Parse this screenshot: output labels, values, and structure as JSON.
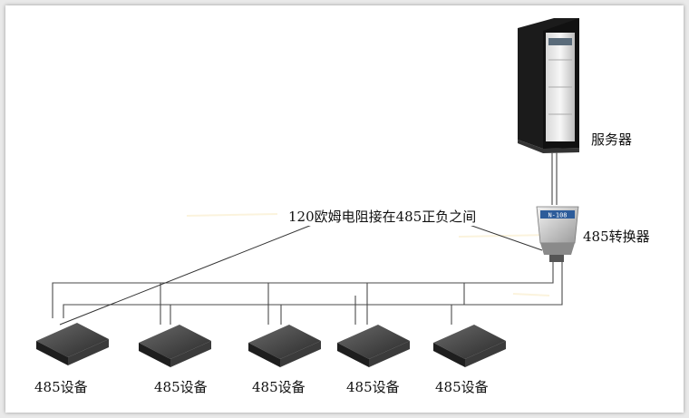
{
  "labels": {
    "server": "服务器",
    "converter": "485转换器",
    "converter_badge": "N-108",
    "resistor_note": "120欧姆电阻接在485正负之间"
  },
  "devices": [
    {
      "label": "485设备"
    },
    {
      "label": "485设备"
    },
    {
      "label": "485设备"
    },
    {
      "label": "485设备"
    },
    {
      "label": "485设备"
    }
  ]
}
